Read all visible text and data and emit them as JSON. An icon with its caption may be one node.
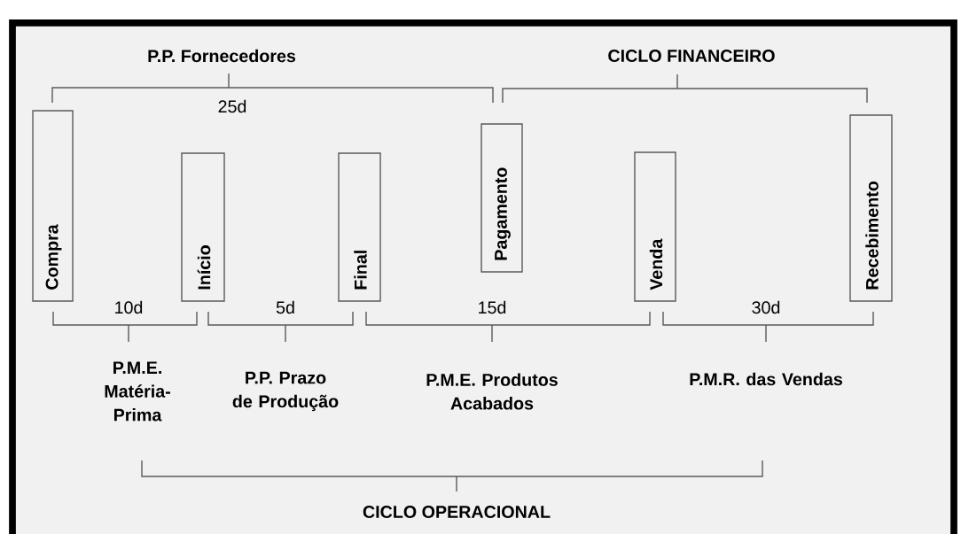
{
  "diagram": {
    "nodes": [
      {
        "text": [
          "Compra"
        ]
      },
      {
        "text": [
          "Início"
        ]
      },
      {
        "text": [
          "Final"
        ]
      },
      {
        "text": [
          "Pagamento"
        ]
      },
      {
        "text": [
          "Venda"
        ]
      },
      {
        "text": [
          "Recebimento"
        ]
      }
    ],
    "labels": [
      "P.P. Fornecedores",
      "CICLO FINANCEIRO",
      "25d",
      "10d",
      "5d",
      "15d",
      "30d",
      "P.M.E. Matéria-Prima",
      "P.P. Prazo de Produção",
      "P.M.E. Produtos Acabados",
      "P.M.R. das Vendas",
      "CICLO OPERACIONAL"
    ]
  }
}
